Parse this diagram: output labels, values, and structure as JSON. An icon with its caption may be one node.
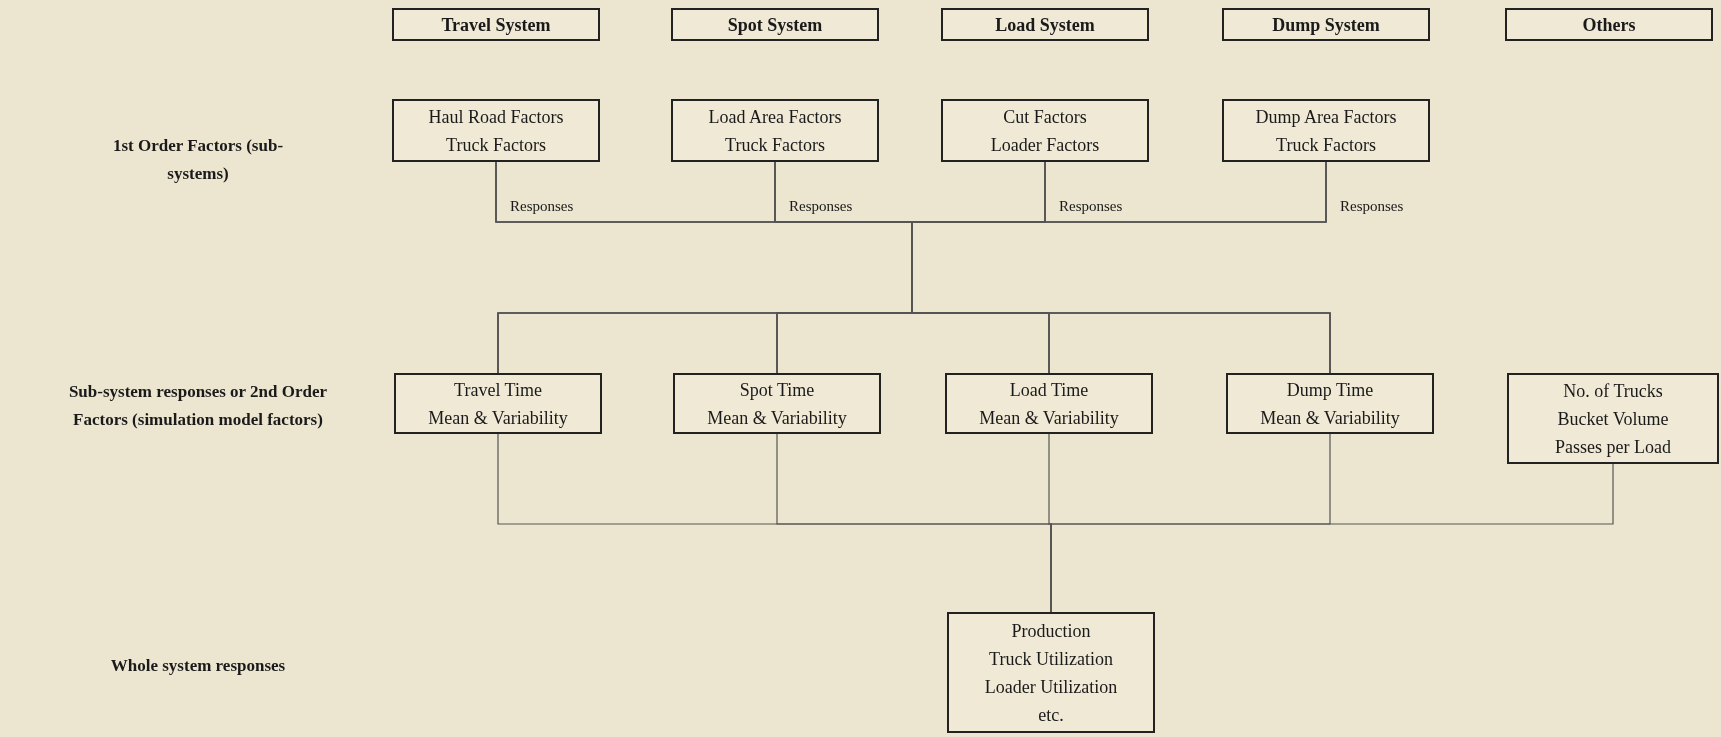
{
  "diagram": {
    "nodes": [
      {
        "text": [
          "Travel System"
        ]
      },
      {
        "text": [
          "Spot System"
        ]
      },
      {
        "text": [
          "Load System"
        ]
      },
      {
        "text": [
          "Dump System"
        ]
      },
      {
        "text": [
          "Others"
        ]
      },
      {
        "text": [
          "Haul Road Factors",
          "Truck Factors"
        ],
        "beside": [
          "Responses"
        ]
      },
      {
        "text": [
          "Load Area Factors",
          "Truck Factors"
        ],
        "beside": [
          "Responses"
        ]
      },
      {
        "text": [
          "Cut Factors",
          "Loader Factors"
        ],
        "beside": [
          "Responses"
        ]
      },
      {
        "text": [
          "Dump Area Factors",
          "Truck Factors"
        ],
        "beside": [
          "Responses"
        ]
      },
      {
        "text": [
          "Travel Time",
          "Mean & Variability"
        ]
      },
      {
        "text": [
          "Spot Time",
          "Mean & Variability"
        ]
      },
      {
        "text": [
          "Load Time",
          "Mean & Variability"
        ]
      },
      {
        "text": [
          "Dump Time",
          "Mean & Variability"
        ]
      },
      {
        "text": [
          "No. of Trucks",
          "Bucket Volume",
          "Passes per Load"
        ]
      },
      {
        "text": [
          "Production",
          "Truck Utilization",
          "Loader Utilization",
          "etc."
        ]
      }
    ],
    "edges": [
      {
        "from": 5,
        "to": 9,
        "arrow": "none"
      },
      {
        "from": 5,
        "to": 10,
        "arrow": "none"
      },
      {
        "from": 5,
        "to": 11,
        "arrow": "none"
      },
      {
        "from": 5,
        "to": 12,
        "arrow": "none"
      },
      {
        "from": 6,
        "to": 9,
        "arrow": "none"
      },
      {
        "from": 6,
        "to": 10,
        "arrow": "none"
      },
      {
        "from": 6,
        "to": 11,
        "arrow": "none"
      },
      {
        "from": 6,
        "to": 12,
        "arrow": "none"
      },
      {
        "from": 7,
        "to": 9,
        "arrow": "none"
      },
      {
        "from": 7,
        "to": 10,
        "arrow": "none"
      },
      {
        "from": 7,
        "to": 11,
        "arrow": "none"
      },
      {
        "from": 7,
        "to": 12,
        "arrow": "none"
      },
      {
        "from": 8,
        "to": 9,
        "arrow": "none"
      },
      {
        "from": 8,
        "to": 10,
        "arrow": "none"
      },
      {
        "from": 8,
        "to": 11,
        "arrow": "none"
      },
      {
        "from": 8,
        "to": 12,
        "arrow": "none"
      },
      {
        "from": 9,
        "to": 14,
        "arrow": "none"
      },
      {
        "from": 10,
        "to": 14,
        "arrow": "none"
      },
      {
        "from": 11,
        "to": 14,
        "arrow": "none"
      },
      {
        "from": 12,
        "to": 14,
        "arrow": "none"
      },
      {
        "from": 13,
        "to": 14,
        "arrow": "none"
      }
    ],
    "labels": [
      "1st Order Factors (sub-systems)",
      "Sub-system responses or 2nd Order Factors (simulation model factors)",
      "Whole system responses"
    ]
  }
}
